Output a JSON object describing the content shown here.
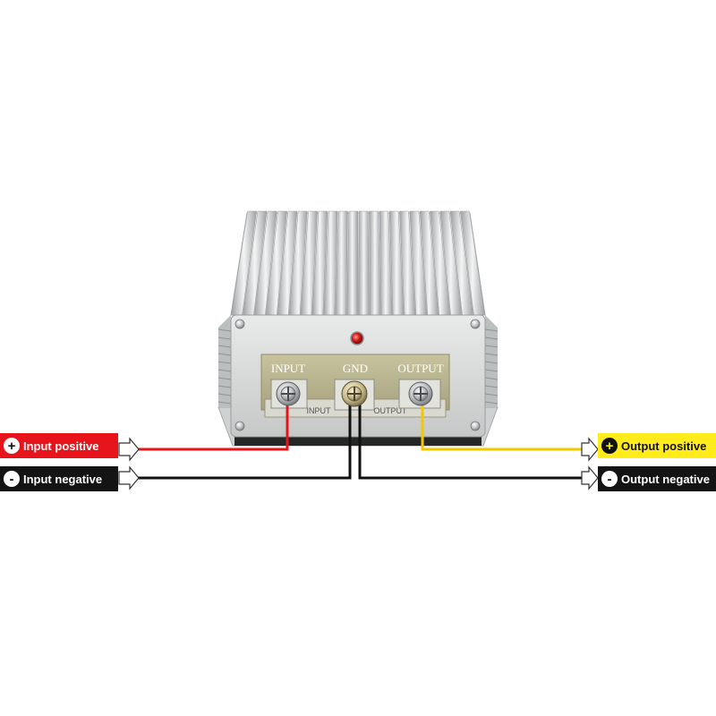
{
  "device": {
    "panel_labels": [
      "INPUT",
      "GND",
      "OUTPUT"
    ],
    "lower_labels": [
      "INPUT",
      "OUTPUT"
    ]
  },
  "callouts": {
    "input_positive": {
      "label": "Input positive",
      "symbol": "+",
      "color": "#e8141b"
    },
    "input_negative": {
      "label": "Input negative",
      "symbol": "-",
      "color": "#141414"
    },
    "output_positive": {
      "label": "Output positive",
      "symbol": "+",
      "color": "#ffec1a"
    },
    "output_negative": {
      "label": "Output negative",
      "symbol": "-",
      "color": "#141414"
    }
  },
  "colors": {
    "positive_input_wire": "#e8141b",
    "positive_output_wire": "#f2c800",
    "negative_wire": "#111111",
    "housing": "#d4d6d6",
    "terminal_plate": "#b9b48f"
  }
}
